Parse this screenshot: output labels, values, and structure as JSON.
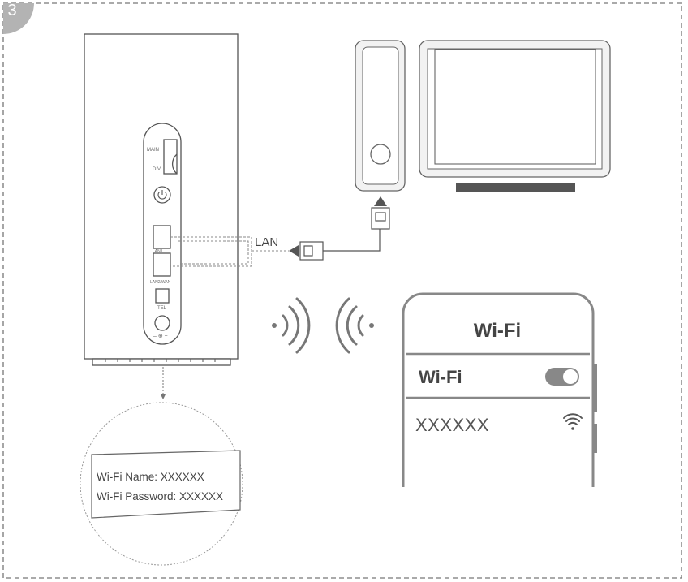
{
  "step": {
    "number": "3"
  },
  "router": {
    "ports": {
      "main": "MAIN",
      "div": "DIV",
      "lan1": "LAN1",
      "lan2_wan": "LAN2/WAN",
      "tel": "TEL",
      "power_in": "– ⊕ +"
    }
  },
  "connection": {
    "label": "LAN"
  },
  "phone": {
    "screen_title": "Wi-Fi",
    "wifi_row_label": "Wi-Fi",
    "wifi_toggle": "on",
    "network_name": "XXXXXX"
  },
  "label_sticker": {
    "wifi_name": "Wi-Fi Name: XXXXXX",
    "wifi_password": "Wi-Fi Password: XXXXXX"
  },
  "icons": [
    "power-icon",
    "wifi-signal-icon",
    "arrow-icon",
    "ethernet-plug-icon"
  ],
  "colors": {
    "line": "#555555",
    "light": "#bbbbbb",
    "badge": "#b3b3b3"
  }
}
